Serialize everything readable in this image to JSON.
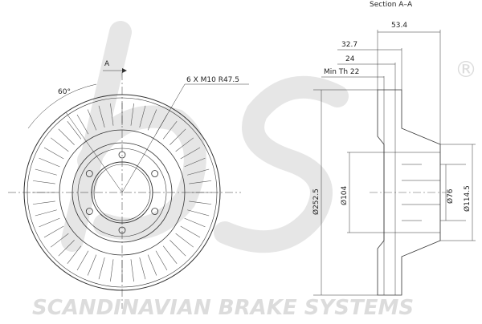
{
  "section_title": "Section A–A",
  "section_marker": "A",
  "angle_label": "60°",
  "bolt_note": "6 X M10 R47.5",
  "dims": {
    "d_53_4": "53.4",
    "d_32_7": "32.7",
    "d_24": "24",
    "min_th": "Min Th 22",
    "d_252_5": "Ø252.5",
    "d_104": "Ø104",
    "d_76": "Ø76",
    "d_114_5": "Ø114.5"
  },
  "registered_mark": "®",
  "watermark": "SCANDINAVIAN BRAKE SYSTEMS",
  "colors": {
    "line": "#333333",
    "watermark": "#dcdcdc",
    "background": "#ffffff"
  }
}
